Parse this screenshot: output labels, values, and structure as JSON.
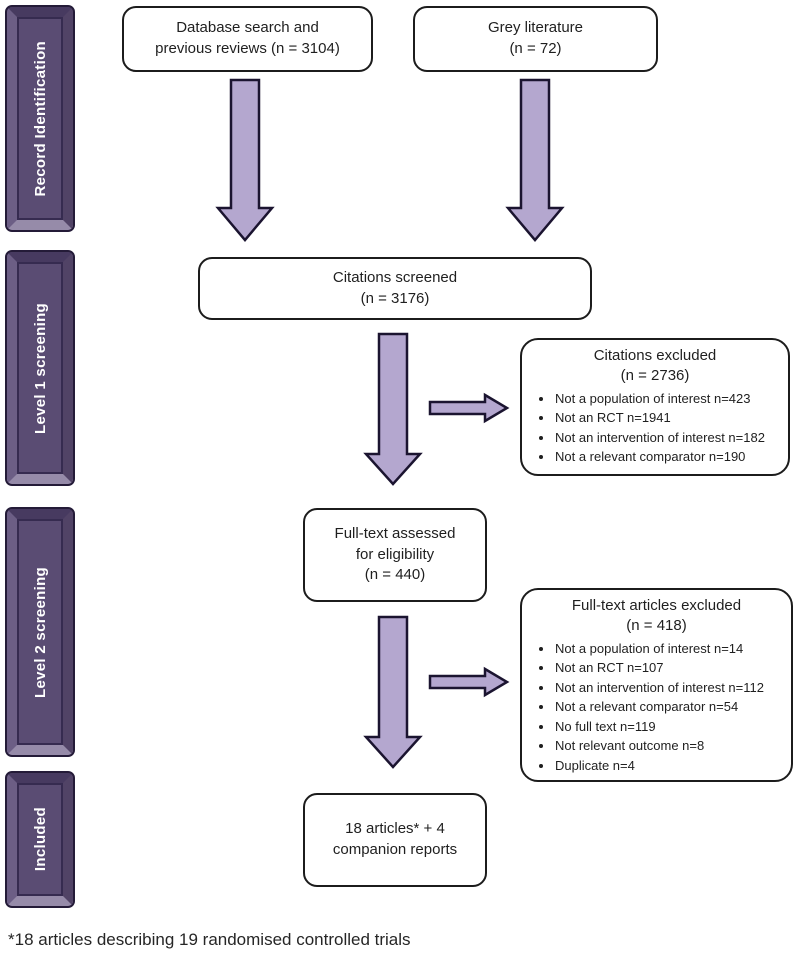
{
  "stages": [
    "Record Identification",
    "Level 1 screening",
    "Level 2 screening",
    "Included"
  ],
  "nodes": {
    "database_search": {
      "line1": "Database search and",
      "line2": "previous reviews (n = 3104)"
    },
    "grey_literature": {
      "line1": "Grey literature",
      "line2": "(n = 72)"
    },
    "citations_screened": {
      "line1": "Citations screened",
      "line2": "(n = 3176)"
    },
    "citations_excluded": {
      "title": "Citations excluded",
      "count": "(n = 2736)",
      "bullets": [
        "Not a population of interest n=423",
        "Not an RCT n=1941",
        "Not an intervention of interest n=182",
        "Not a relevant comparator n=190"
      ]
    },
    "fulltext_assessed": {
      "line1": "Full-text assessed",
      "line2": "for eligibility",
      "line3": "(n = 440)"
    },
    "fulltext_excluded": {
      "title": "Full-text articles excluded",
      "count": "(n = 418)",
      "bullets": [
        "Not a population of interest n=14",
        "Not an RCT n=107",
        "Not an intervention of interest n=112",
        "Not a relevant comparator n=54",
        "No full text n=119",
        "Not relevant outcome n=8",
        "Duplicate n=4"
      ]
    },
    "included_articles": {
      "line1": "18 articles* + 4",
      "line2": "companion reports"
    }
  },
  "footnote": "*18 articles describing 19 randomised controlled trials",
  "colors": {
    "arrow_fill": "#b4a7cf",
    "arrow_stroke": "#1b1430",
    "stage_field": "#5a4c73",
    "stage_outline": "#241b38",
    "stage_bevel_top": "#473a60",
    "stage_bevel_left": "#6c5e85",
    "stage_bevel_right": "#514366",
    "stage_bevel_bottom": "#968ba9",
    "box_border": "#1c1c1c",
    "box_fill": "#ffffff"
  }
}
